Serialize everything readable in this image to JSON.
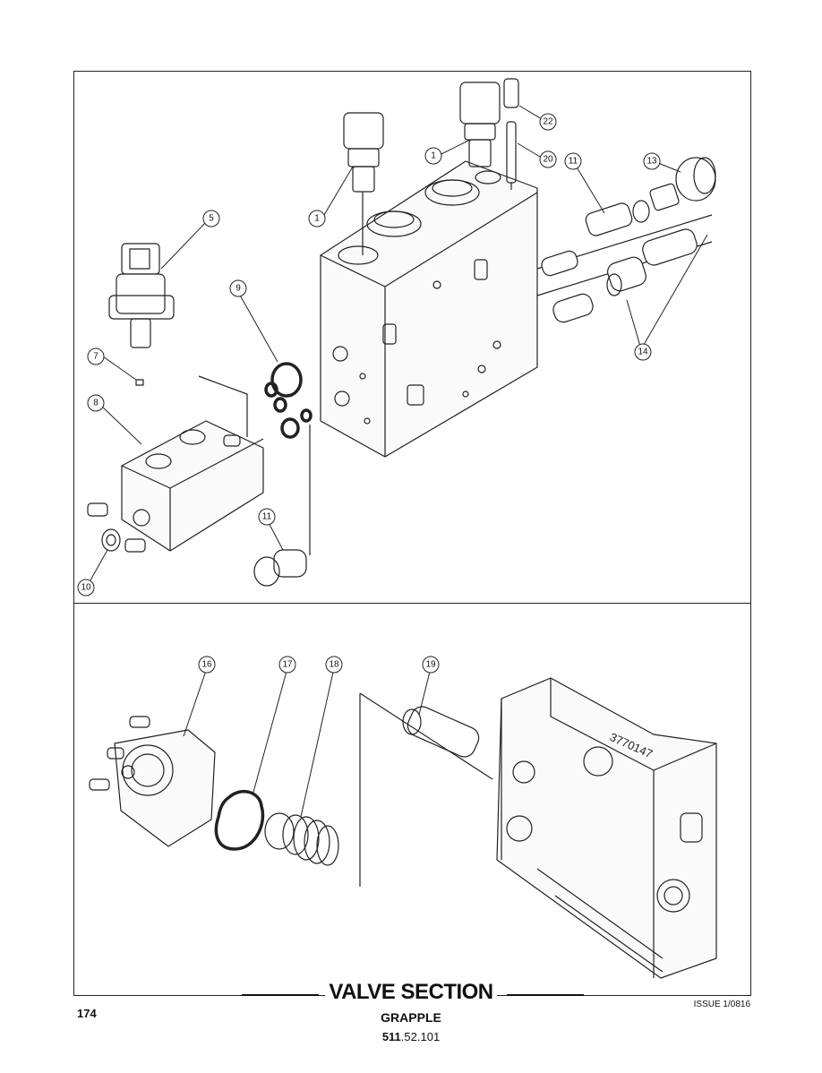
{
  "figure": {
    "callouts_top": [
      "1",
      "1",
      "5",
      "7",
      "8",
      "9",
      "10",
      "11",
      "11",
      "13",
      "14",
      "20",
      "22"
    ],
    "callouts_bottom": [
      "16",
      "17",
      "18",
      "19"
    ],
    "block_stamp": "3770147"
  },
  "footer": {
    "page_number": "174",
    "title": "VALVE SECTION",
    "subtitle": "GRAPPLE",
    "part_number_bold": "511",
    "part_number_rest": ".52.101",
    "issue": "ISSUE 1/0816"
  }
}
